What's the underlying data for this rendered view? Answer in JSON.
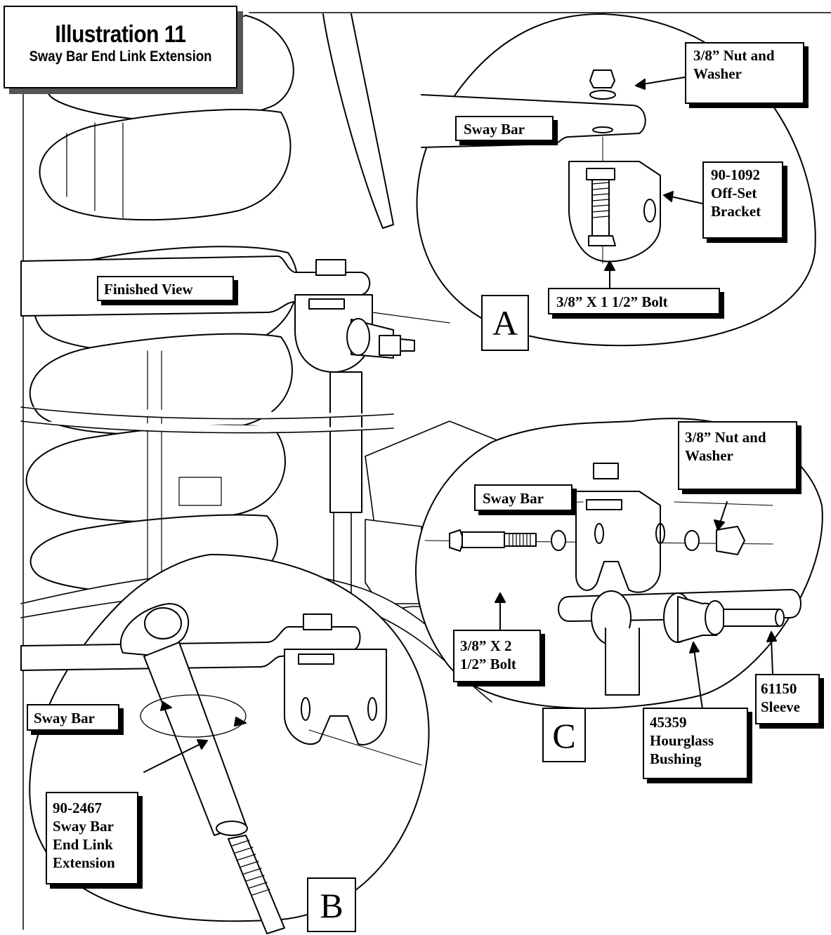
{
  "title": {
    "main": "Illustration 11",
    "subtitle": "Sway Bar End Link Extension"
  },
  "main_view": {
    "label": "Finished View"
  },
  "detail_a": {
    "letter": "A",
    "nut_washer": [
      "3/8” Nut and",
      "Washer"
    ],
    "sway_bar": "Sway Bar",
    "bracket": [
      "90-1092",
      "Off-Set",
      "Bracket"
    ],
    "bolt": "3/8” X 1 1/2” Bolt"
  },
  "detail_b": {
    "letter": "B",
    "sway_bar": "Sway Bar",
    "extension": [
      "90-2467",
      "Sway Bar",
      "End Link",
      "Extension"
    ]
  },
  "detail_c": {
    "letter": "C",
    "sway_bar": "Sway Bar",
    "nut_washer": [
      "3/8” Nut and",
      "Washer"
    ],
    "bolt": [
      "3/8” X 2",
      "1/2” Bolt"
    ],
    "bushing": [
      "45359",
      "Hourglass",
      "Bushing"
    ],
    "sleeve": [
      "61150",
      "Sleeve"
    ]
  }
}
